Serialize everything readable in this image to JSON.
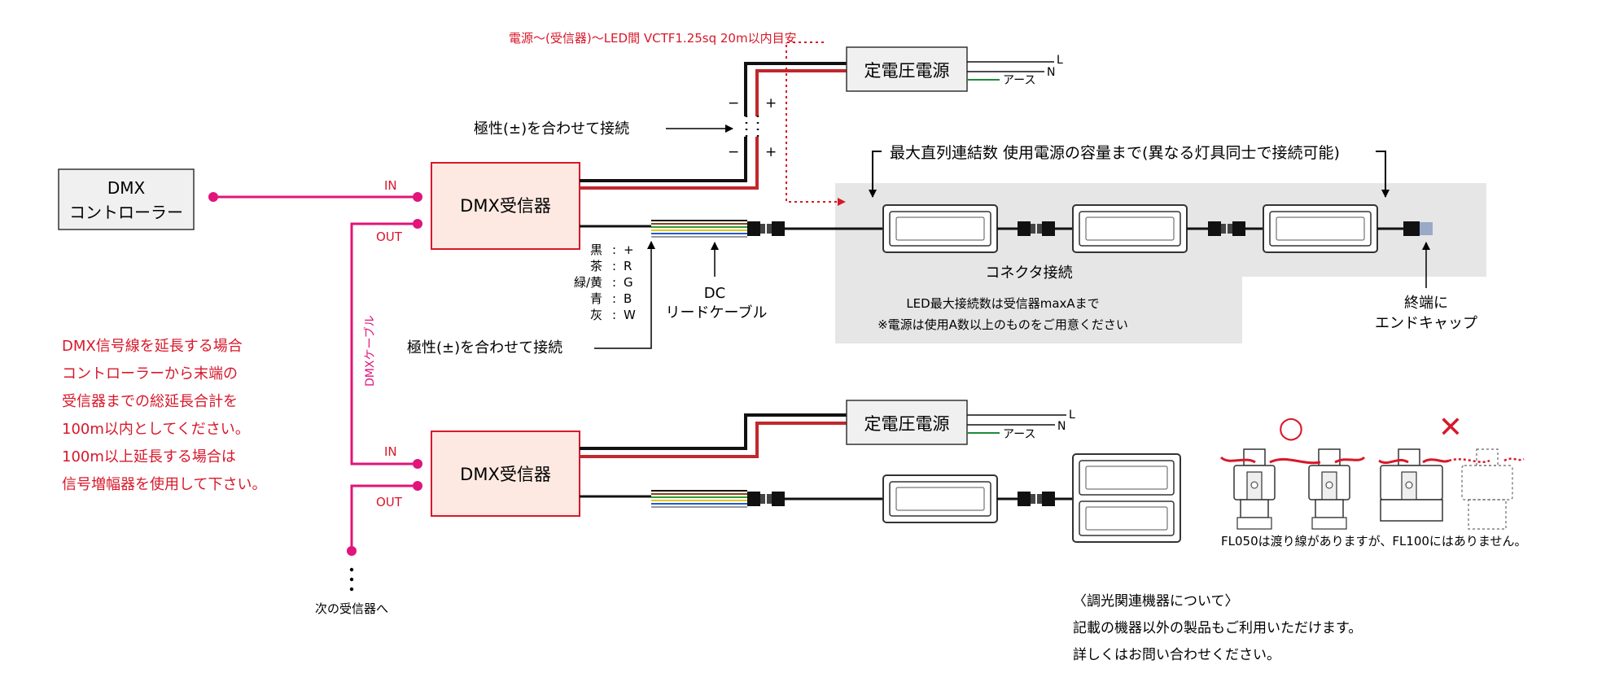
{
  "top_note": "電源〜(受信器)〜LED間 VCTF1.25sq 20m以内目安",
  "dmx_controller": {
    "line1": "DMX",
    "line2": "コントローラー"
  },
  "power_supply_label": "定電圧電源",
  "mains_L": "L",
  "mains_N": "N",
  "earth_label": "アース",
  "polarity_minus": "−",
  "polarity_plus": "+",
  "polarity_note": "極性(±)を合わせて接続",
  "receiver_label": "DMX受信器",
  "port_in": "IN",
  "port_out": "OUT",
  "dmx_cable_label": "DMXケーブル",
  "max_series": "最大直列連結数 使用電源の容量まで(異なる灯具同士で接続可能)",
  "wire_colors": [
    {
      "name": "黒",
      "sep": ":",
      "signal": "+"
    },
    {
      "name": "茶",
      "sep": ":",
      "signal": "R"
    },
    {
      "name": "緑/黄",
      "sep": ":",
      "signal": "G"
    },
    {
      "name": "青",
      "sep": ":",
      "signal": "B"
    },
    {
      "name": "灰",
      "sep": ":",
      "signal": "W"
    }
  ],
  "dc_lead": {
    "line1": "DC",
    "line2": "リードケーブル"
  },
  "connector_label": "コネクタ接続",
  "led_max_note": "LED最大接続数は受信器maxAまで",
  "psu_note": "※電源は使用A数以上のものをご用意ください",
  "endcap": {
    "line1": "終端に",
    "line2": "エンドキャップ"
  },
  "extension_note": [
    "DMX信号線を延長する場合",
    "コントローラーから末端の",
    "受信器までの総延長合計を",
    "100m以内としてください。",
    "100m以上延長する場合は",
    "信号増幅器を使用して下さい。"
  ],
  "next_receiver": "次の受信器へ",
  "ok_mark": "○",
  "ng_mark": "✕",
  "fl_note": "FL050は渡り線がありますが、FL100にはありません。",
  "dimming_info": [
    "〈調光関連機器について〉",
    "記載の機器以外の製品もご利用いただけます。",
    "詳しくはお問い合わせください。"
  ],
  "colors": {
    "accent_red": "#d7182a",
    "dmx_pink": "#e0147a",
    "receiver_fill": "#fde9e1",
    "shaded_area": "#e6e6e6",
    "earth_green": "#1f8a3a"
  }
}
